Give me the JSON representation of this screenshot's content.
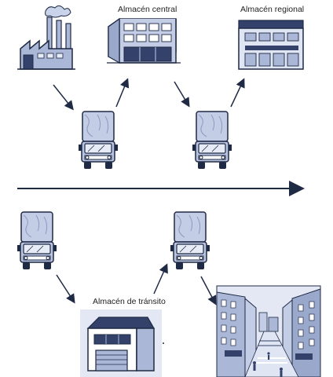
{
  "labels": {
    "central_warehouse": "Almacén central",
    "regional_warehouse": "Almacén regional",
    "transit_warehouse": "Almacén de tránsito"
  },
  "colors": {
    "ink": "#1f2a44",
    "blue_fill": "#aab7d6",
    "blue_light": "#c9d3ea",
    "blue_dark": "#33416b",
    "sky": "#ffffff"
  },
  "icons": [
    "factory-icon",
    "central-warehouse-icon",
    "regional-warehouse-icon",
    "truck-icon",
    "timeline-arrow",
    "transit-warehouse-icon",
    "city-street-icon"
  ]
}
